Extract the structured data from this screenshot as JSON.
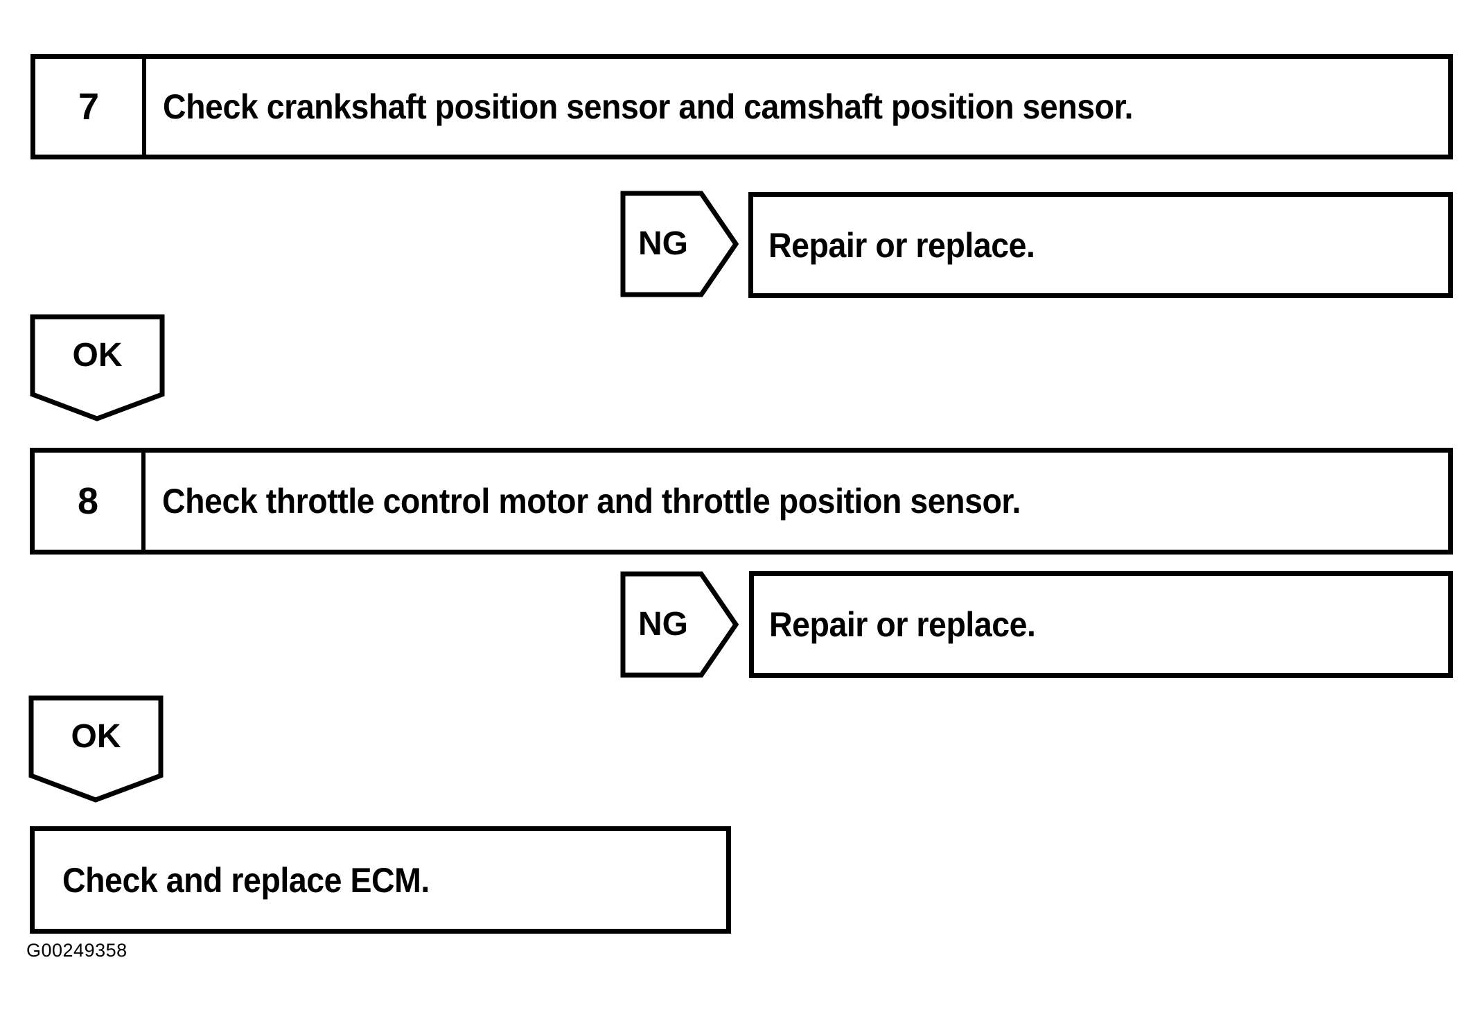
{
  "page": {
    "figure_code": "G00249358",
    "background_color": "#ffffff",
    "ink_color": "#000000"
  },
  "flowchart": {
    "labels": {
      "ng": "NG",
      "ok": "OK"
    },
    "steps": [
      {
        "number": "7",
        "instruction": "Check crankshaft position sensor and camshaft position sensor.",
        "ng_action": "Repair or replace."
      },
      {
        "number": "8",
        "instruction": "Check throttle control motor and throttle position sensor.",
        "ng_action": "Repair or replace."
      }
    ],
    "final_action": "Check and replace ECM."
  }
}
